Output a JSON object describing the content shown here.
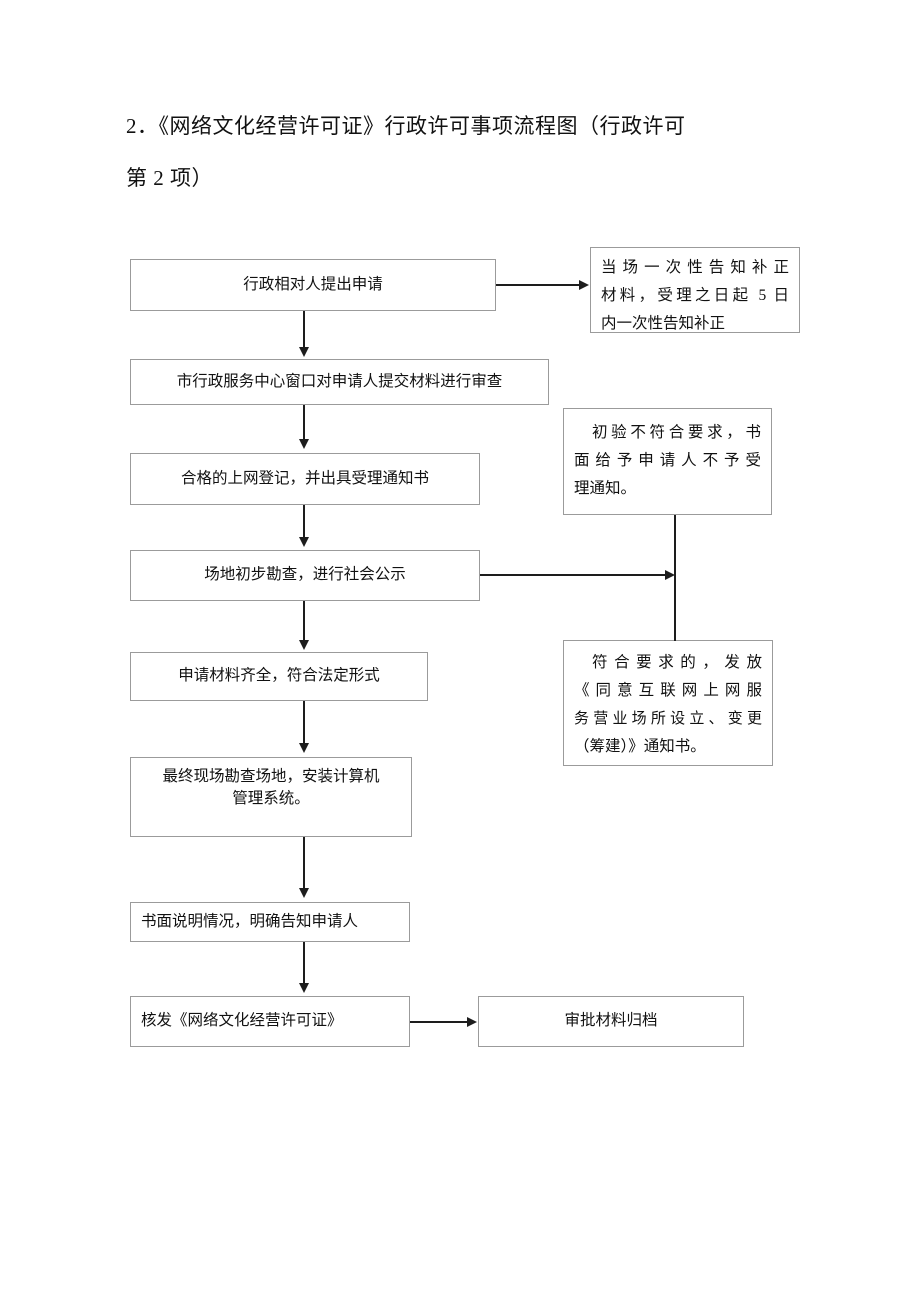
{
  "document": {
    "title_line1": "2．《网络文化经营许可证》行政许可事项流程图（行政许可",
    "title_line2": "第 2 项）",
    "title_full": "2．《网络文化经营许可证》行政许可事项流程图（行政许可第 2 项）"
  },
  "flow": {
    "nodes": [
      {
        "id": "apply",
        "label": "行政相对人提出申请"
      },
      {
        "id": "window-review",
        "label": "市行政服务中心窗口对申请人提交材料进行审查"
      },
      {
        "id": "register",
        "label": "合格的上网登记，并出具受理通知书"
      },
      {
        "id": "survey",
        "label": "场地初步勘查，进行社会公示"
      },
      {
        "id": "materials",
        "label": "申请材料齐全，符合法定形式"
      },
      {
        "id": "final-survey",
        "label_line1": "最终现场勘查场地，安装计算机",
        "label_line2": "管理系统。"
      },
      {
        "id": "written-info",
        "label": "书面说明情况，明确告知申请人"
      },
      {
        "id": "issue",
        "label": "核发《网络文化经营许可证》"
      },
      {
        "id": "archive",
        "label": "审批材料归档"
      }
    ],
    "notes": [
      {
        "id": "note-onsite-notify",
        "line1": "当场一次性告知补正",
        "line2": "材料，受理之日起 5 日",
        "line3": "内一次性告知补正"
      },
      {
        "id": "note-reject",
        "line1": "初验不符合要求，书",
        "line2": "面给予申请人不予受",
        "line3": "理通知。"
      },
      {
        "id": "note-approve",
        "line1": "符合要求的，发放",
        "line2": "《同意互联网上网服",
        "line3": "务营业场所设立、变更",
        "line4": "（筹建）》通知书。"
      }
    ]
  },
  "style": {
    "box_border_color": "#9b9b9b",
    "connector_color": "#1d1d1d",
    "page_background": "#ffffff",
    "text_color": "#111111"
  }
}
